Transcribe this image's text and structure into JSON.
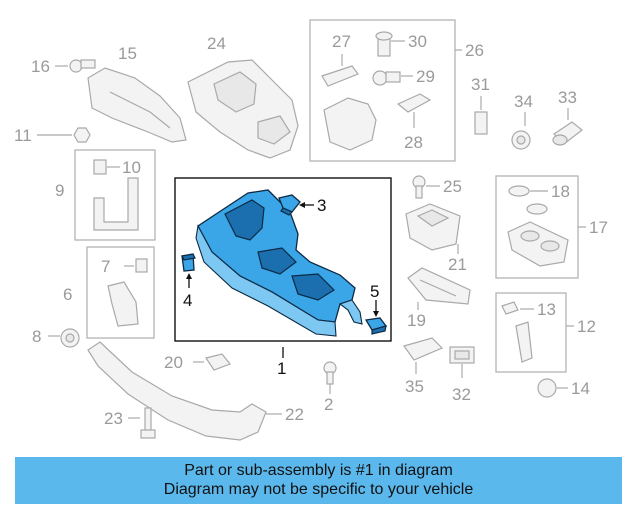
{
  "banner": {
    "line1": "Part or sub-assembly is #1 in diagram",
    "line2": "Diagram may not be specific to your vehicle",
    "color": "#5bb8ec"
  },
  "highlight_color": "#3aa6e8",
  "callouts": {
    "c1": "1",
    "c2": "2",
    "c3": "3",
    "c4": "4",
    "c5": "5",
    "c6": "6",
    "c7": "7",
    "c8": "8",
    "c9": "9",
    "c10": "10",
    "c11": "11",
    "c12": "12",
    "c13": "13",
    "c14": "14",
    "c15": "15",
    "c16": "16",
    "c17": "17",
    "c18": "18",
    "c19": "19",
    "c20": "20",
    "c21": "21",
    "c22": "22",
    "c23": "23",
    "c24": "24",
    "c25": "25",
    "c26": "26",
    "c27": "27",
    "c28": "28",
    "c29": "29",
    "c30": "30",
    "c31": "31",
    "c32": "32",
    "c33": "33",
    "c34": "34",
    "c35": "35"
  }
}
